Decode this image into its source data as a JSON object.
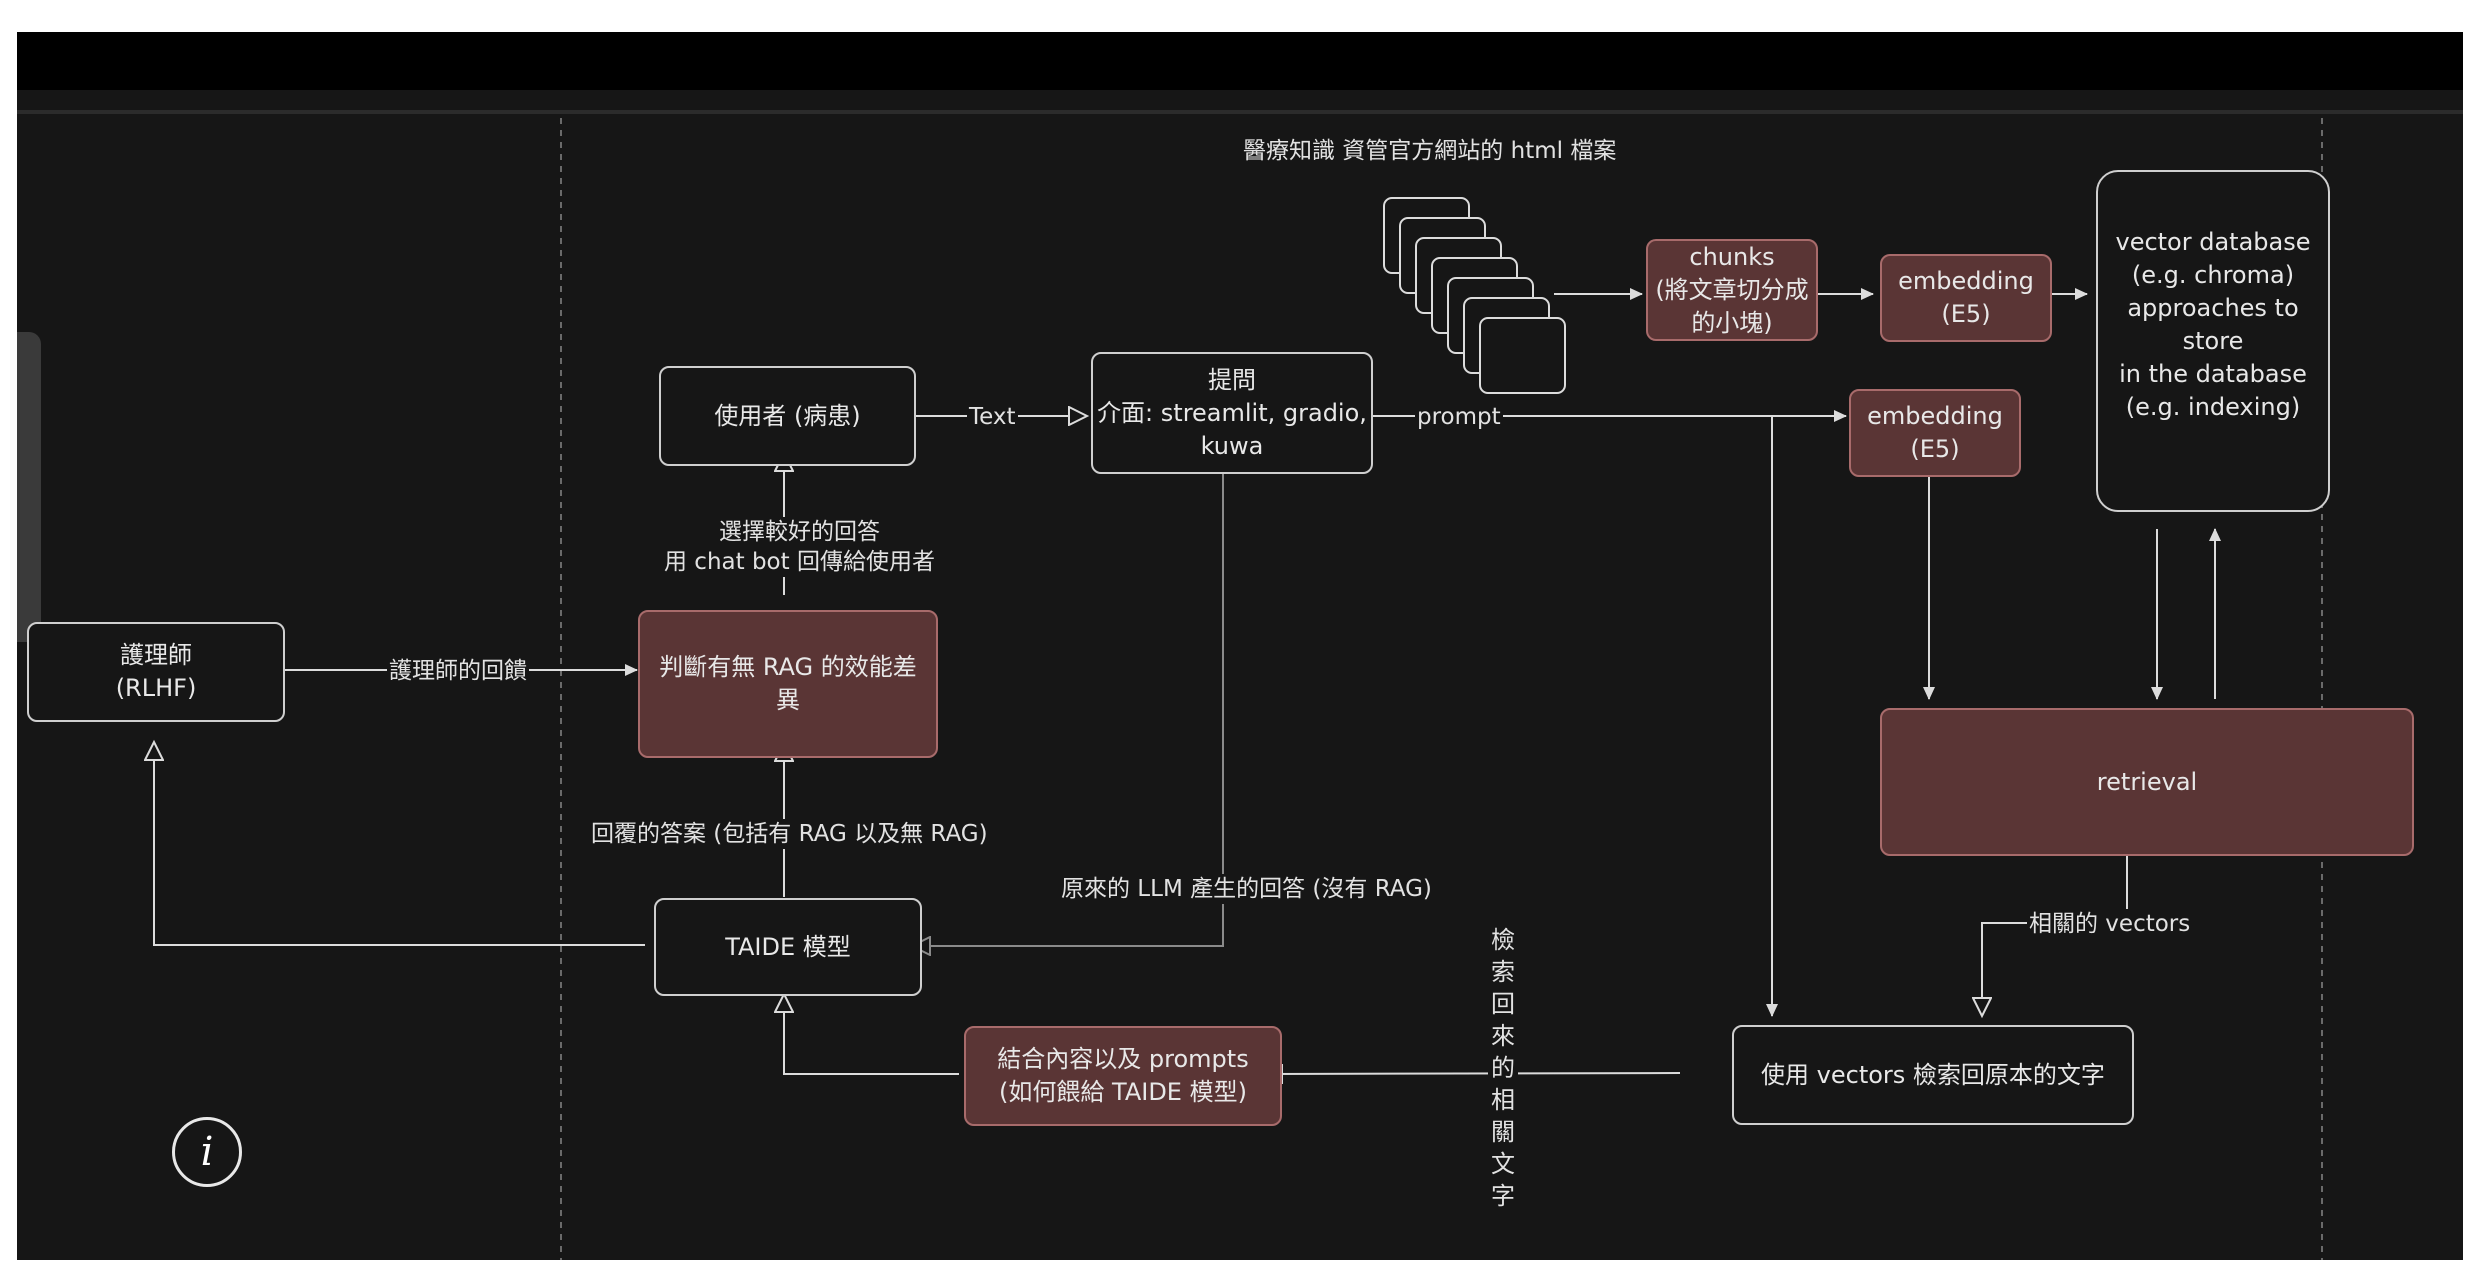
{
  "labels": {
    "doc_caption": "醫療知識 資管官方網站的 html 檔案",
    "text_edge": "Text",
    "prompt_edge": "prompt",
    "select_answer": "選擇較好的回答\n用 chat bot 回傳給使用者",
    "nurse_feedback": "護理師的回饋",
    "replied_answers": "回覆的答案 (包括有 RAG 以及無 RAG)",
    "original_llm_answer": "原來的 LLM 產生的回答 (沒有 RAG)",
    "related_vectors": "相關的 vectors",
    "retrieved_text_vertical": "檢索回來的相關文字"
  },
  "nodes": {
    "user": "使用者 (病患)",
    "question": "提問\n介面: streamlit, gradio,\nkuwa",
    "nurse": "護理師\n(RLHF)",
    "judge": "判斷有無 RAG 的效能差\n異",
    "taide": "TAIDE 模型",
    "chunks": "chunks\n(將文章切分成\n的小塊)",
    "embedding_top": "embedding\n(E5)",
    "embedding_mid": "embedding\n(E5)",
    "vector_db": "vector database\n(e.g. chroma)\napproaches to store\nin the database\n(e.g. indexing)",
    "retrieval": "retrieval",
    "use_vectors": "使用 vectors 檢索回原本的文字",
    "combine": "結合內容以及 prompts\n(如何餵給 TAIDE 模型)"
  },
  "icons": {
    "info": "i"
  },
  "colors": {
    "background": "#161616",
    "highlight_fill": "#5a3535",
    "highlight_border": "#a86b6b",
    "line": "#d8d8d8"
  }
}
